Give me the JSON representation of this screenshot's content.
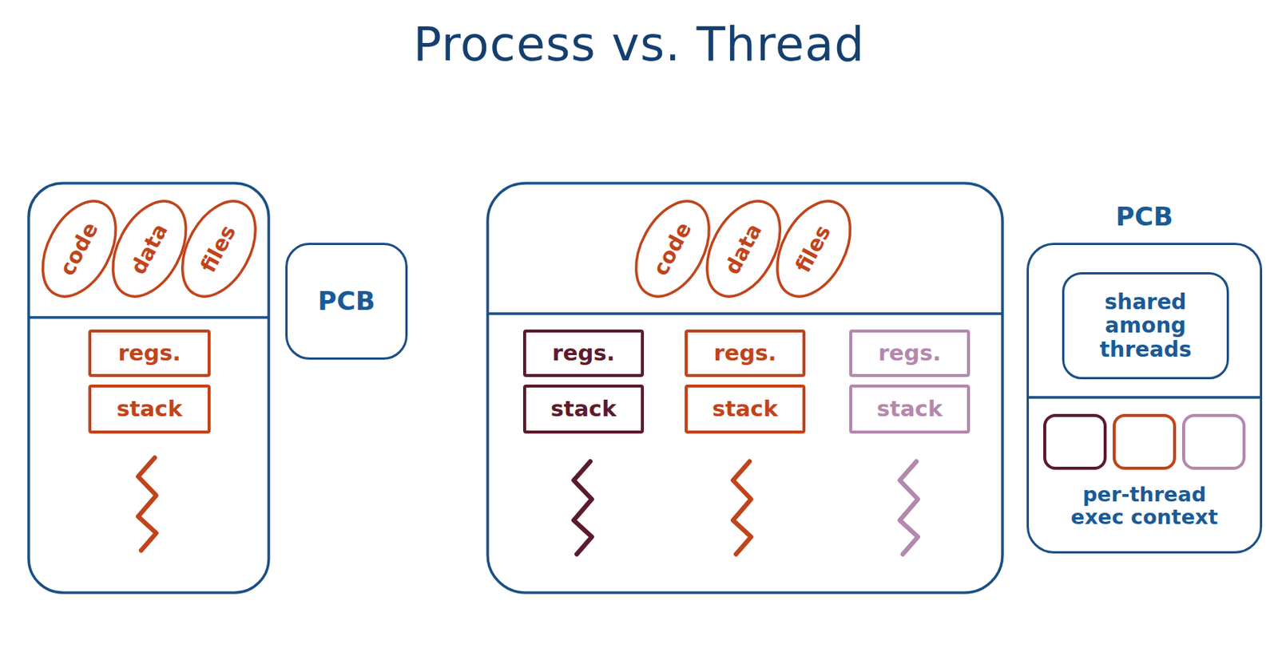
{
  "diagram": {
    "title": "Process vs. Thread",
    "nodes": [
      {
        "text": [
          "code"
        ]
      },
      {
        "text": [
          "data"
        ]
      },
      {
        "text": [
          "files"
        ]
      },
      {
        "text": [
          "regs."
        ]
      },
      {
        "text": [
          "stack"
        ]
      },
      {
        "text": [
          "PCB"
        ]
      },
      {
        "text": [
          "code"
        ]
      },
      {
        "text": [
          "data"
        ]
      },
      {
        "text": [
          "files"
        ]
      },
      {
        "text": [
          "regs."
        ]
      },
      {
        "text": [
          "stack"
        ]
      },
      {
        "text": [
          "regs."
        ]
      },
      {
        "text": [
          "stack"
        ]
      },
      {
        "text": [
          "regs."
        ]
      },
      {
        "text": [
          "stack"
        ]
      },
      {
        "text": [
          "PCB",
          "per-thread exec context"
        ]
      },
      {
        "text": [
          "shared among threads"
        ],
        "in": 15
      }
    ]
  }
}
